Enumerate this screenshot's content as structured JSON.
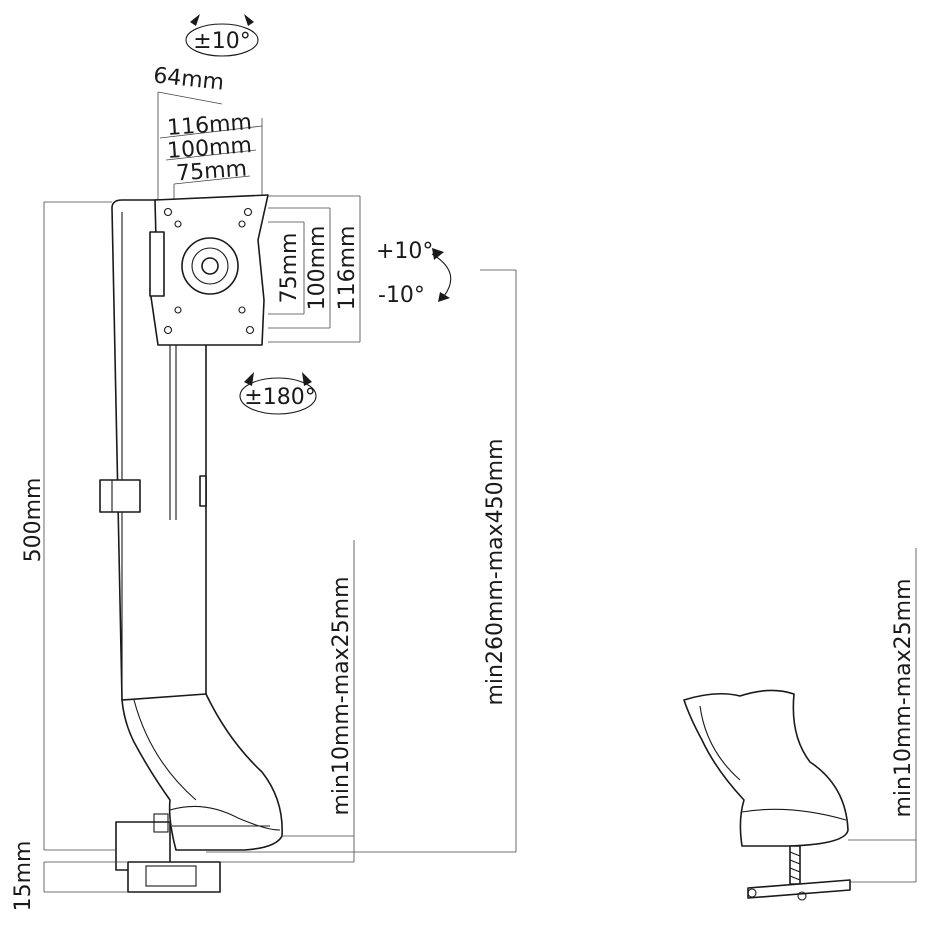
{
  "dimensions": {
    "tilt_top": "±10°",
    "vesa_offset": "64mm",
    "vesa_h_116": "116mm",
    "vesa_h_100": "100mm",
    "vesa_h_75": "75mm",
    "vesa_v_75": "75mm",
    "vesa_v_100": "100mm",
    "vesa_v_116": "116mm",
    "tilt_plus": "+10°",
    "tilt_minus": "-10°",
    "rotation": "±180°",
    "pole_height": "500mm",
    "desk_thickness_main": "min10mm-max25mm",
    "height_range": "min260mm-max450mm",
    "desk_thickness_grommet": "min10mm-max25mm",
    "clamp_depth": "15mm"
  },
  "colors": {
    "line": "#1a1a1a",
    "dimension_line": "#444444",
    "background": "#ffffff"
  }
}
